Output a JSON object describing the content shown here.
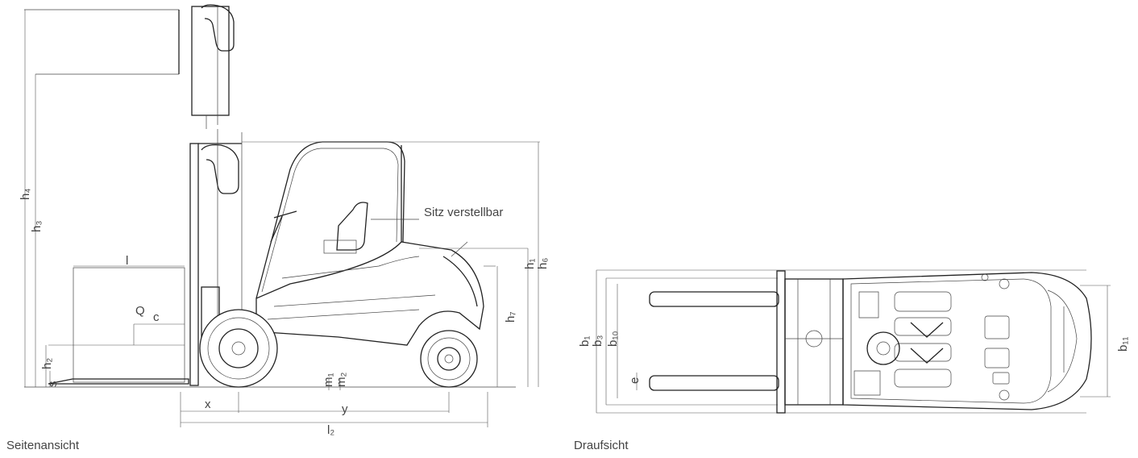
{
  "captions": {
    "side": "Seitenansicht",
    "top": "Draufsicht"
  },
  "side_labels": {
    "h4": "h₄",
    "h3": "h₃",
    "h2": "h₂",
    "s": "s",
    "l": "l",
    "Q": "Q",
    "c": "c",
    "m1": "m₁",
    "m2": "m₂",
    "x": "x",
    "y": "y",
    "l2": "l₂",
    "h7": "h₇",
    "h1": "h₁",
    "h6": "h₆",
    "seat": "Sitz verstellbar"
  },
  "top_labels": {
    "b1": "b₁",
    "b3": "b₃",
    "b10": "b₁₀",
    "e": "e",
    "b11": "b₁₁"
  }
}
